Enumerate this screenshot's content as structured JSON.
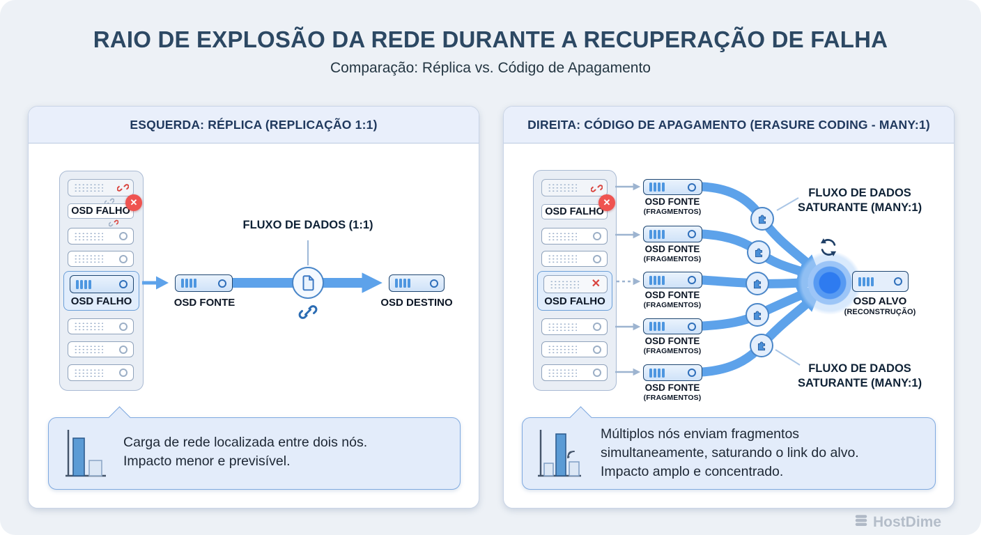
{
  "page": {
    "title": "RAIO DE EXPLOSÃO DA REDE DURANTE A RECUPERAÇÃO DE FALHA",
    "subtitle": "Comparação: Réplica vs. Código de Apagamento",
    "brand": "HostDime"
  },
  "colors": {
    "background": "#edf1f6",
    "panel_header_bg": "#e9effb",
    "flow_blue": "#5da2ea",
    "glow_blue": "#2e7bf0",
    "failure_red": "#ef5350",
    "header_text": "#20395e"
  },
  "left_panel": {
    "header": "ESQUERDA: RÉPLICA (REPLICAÇÃO 1:1)",
    "rack": {
      "failed_osd_top": "OSD FALHO",
      "failed_osd_source": "OSD FALHO"
    },
    "source_label": "OSD FONTE",
    "flow_label": "FLUXO DE DADOS (1:1)",
    "destination_label": "OSD DESTINO",
    "note_line1": "Carga de rede localizada entre dois nós.",
    "note_line2": "Impacto menor e previsível."
  },
  "right_panel": {
    "header": "DIREITA: CÓDIGO DE APAGAMENTO (ERASURE CODING - MANY:1)",
    "rack": {
      "failed_osd_top": "OSD FALHO",
      "failed_osd_mid": "OSD FALHO"
    },
    "source_label": "OSD FONTE",
    "source_sublabel": "(FRAGMENTOS)",
    "flow_label_line1": "FLUXO DE DADOS",
    "flow_label_line2": "SATURANTE (MANY:1)",
    "target_label": "OSD ALVO",
    "target_sublabel": "(RECONSTRUÇÃO)",
    "note_line1": "Múltiplos nós enviam fragmentos",
    "note_line2": "simultaneamente, saturando o link do alvo.",
    "note_line3": "Impacto amplo e concentrado."
  }
}
